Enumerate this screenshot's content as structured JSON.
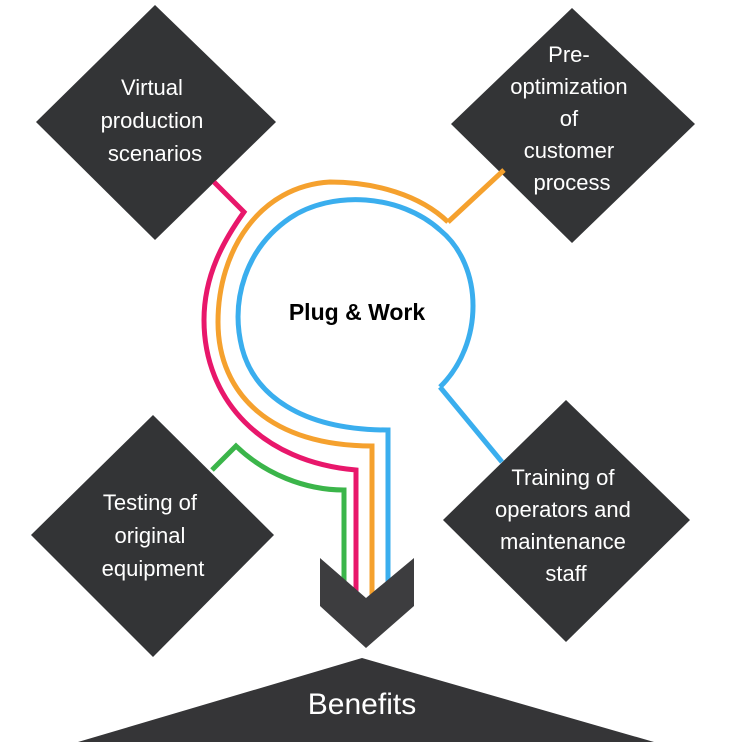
{
  "center": {
    "label": "Plug & Work"
  },
  "boxes": {
    "top_left": {
      "lines": [
        "Virtual",
        "production",
        "scenarios"
      ]
    },
    "top_right": {
      "lines": [
        "Pre-",
        "optimization",
        "of",
        "customer",
        "process"
      ]
    },
    "bottom_left": {
      "lines": [
        "Testing of",
        "original",
        "equipment"
      ]
    },
    "bottom_right": {
      "lines": [
        "Training of",
        "operators and",
        "maintenance",
        "staff"
      ]
    }
  },
  "footer": {
    "label": "Benefits"
  },
  "colors": {
    "box": "#333436",
    "pink": "#e8176b",
    "orange": "#f5a12e",
    "blue": "#3aaeee",
    "green": "#3bb54a",
    "chevron": "#3d3d3f"
  }
}
